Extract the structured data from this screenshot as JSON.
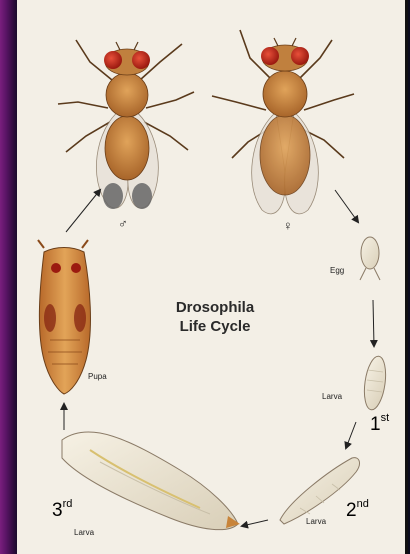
{
  "diagram": {
    "title_line1": "Drosophila",
    "title_line2": "Life Cycle",
    "male_symbol": "♂",
    "female_symbol": "♀",
    "labels": {
      "egg": "Egg",
      "larva_1": "Larva",
      "larva_2": "Larva",
      "larva_3": "Larva",
      "pupa": "Pupa"
    },
    "instars": {
      "first": {
        "num": "1",
        "suffix": "st"
      },
      "second": {
        "num": "2",
        "suffix": "nd"
      },
      "third": {
        "num": "3",
        "suffix": "rd"
      }
    },
    "colors": {
      "background": "#f3efe6",
      "body_brown": "#c8843a",
      "eye_red": "#c42a1c",
      "wing": "#e8e2d8",
      "frame_purple": "#6b1a73"
    }
  }
}
